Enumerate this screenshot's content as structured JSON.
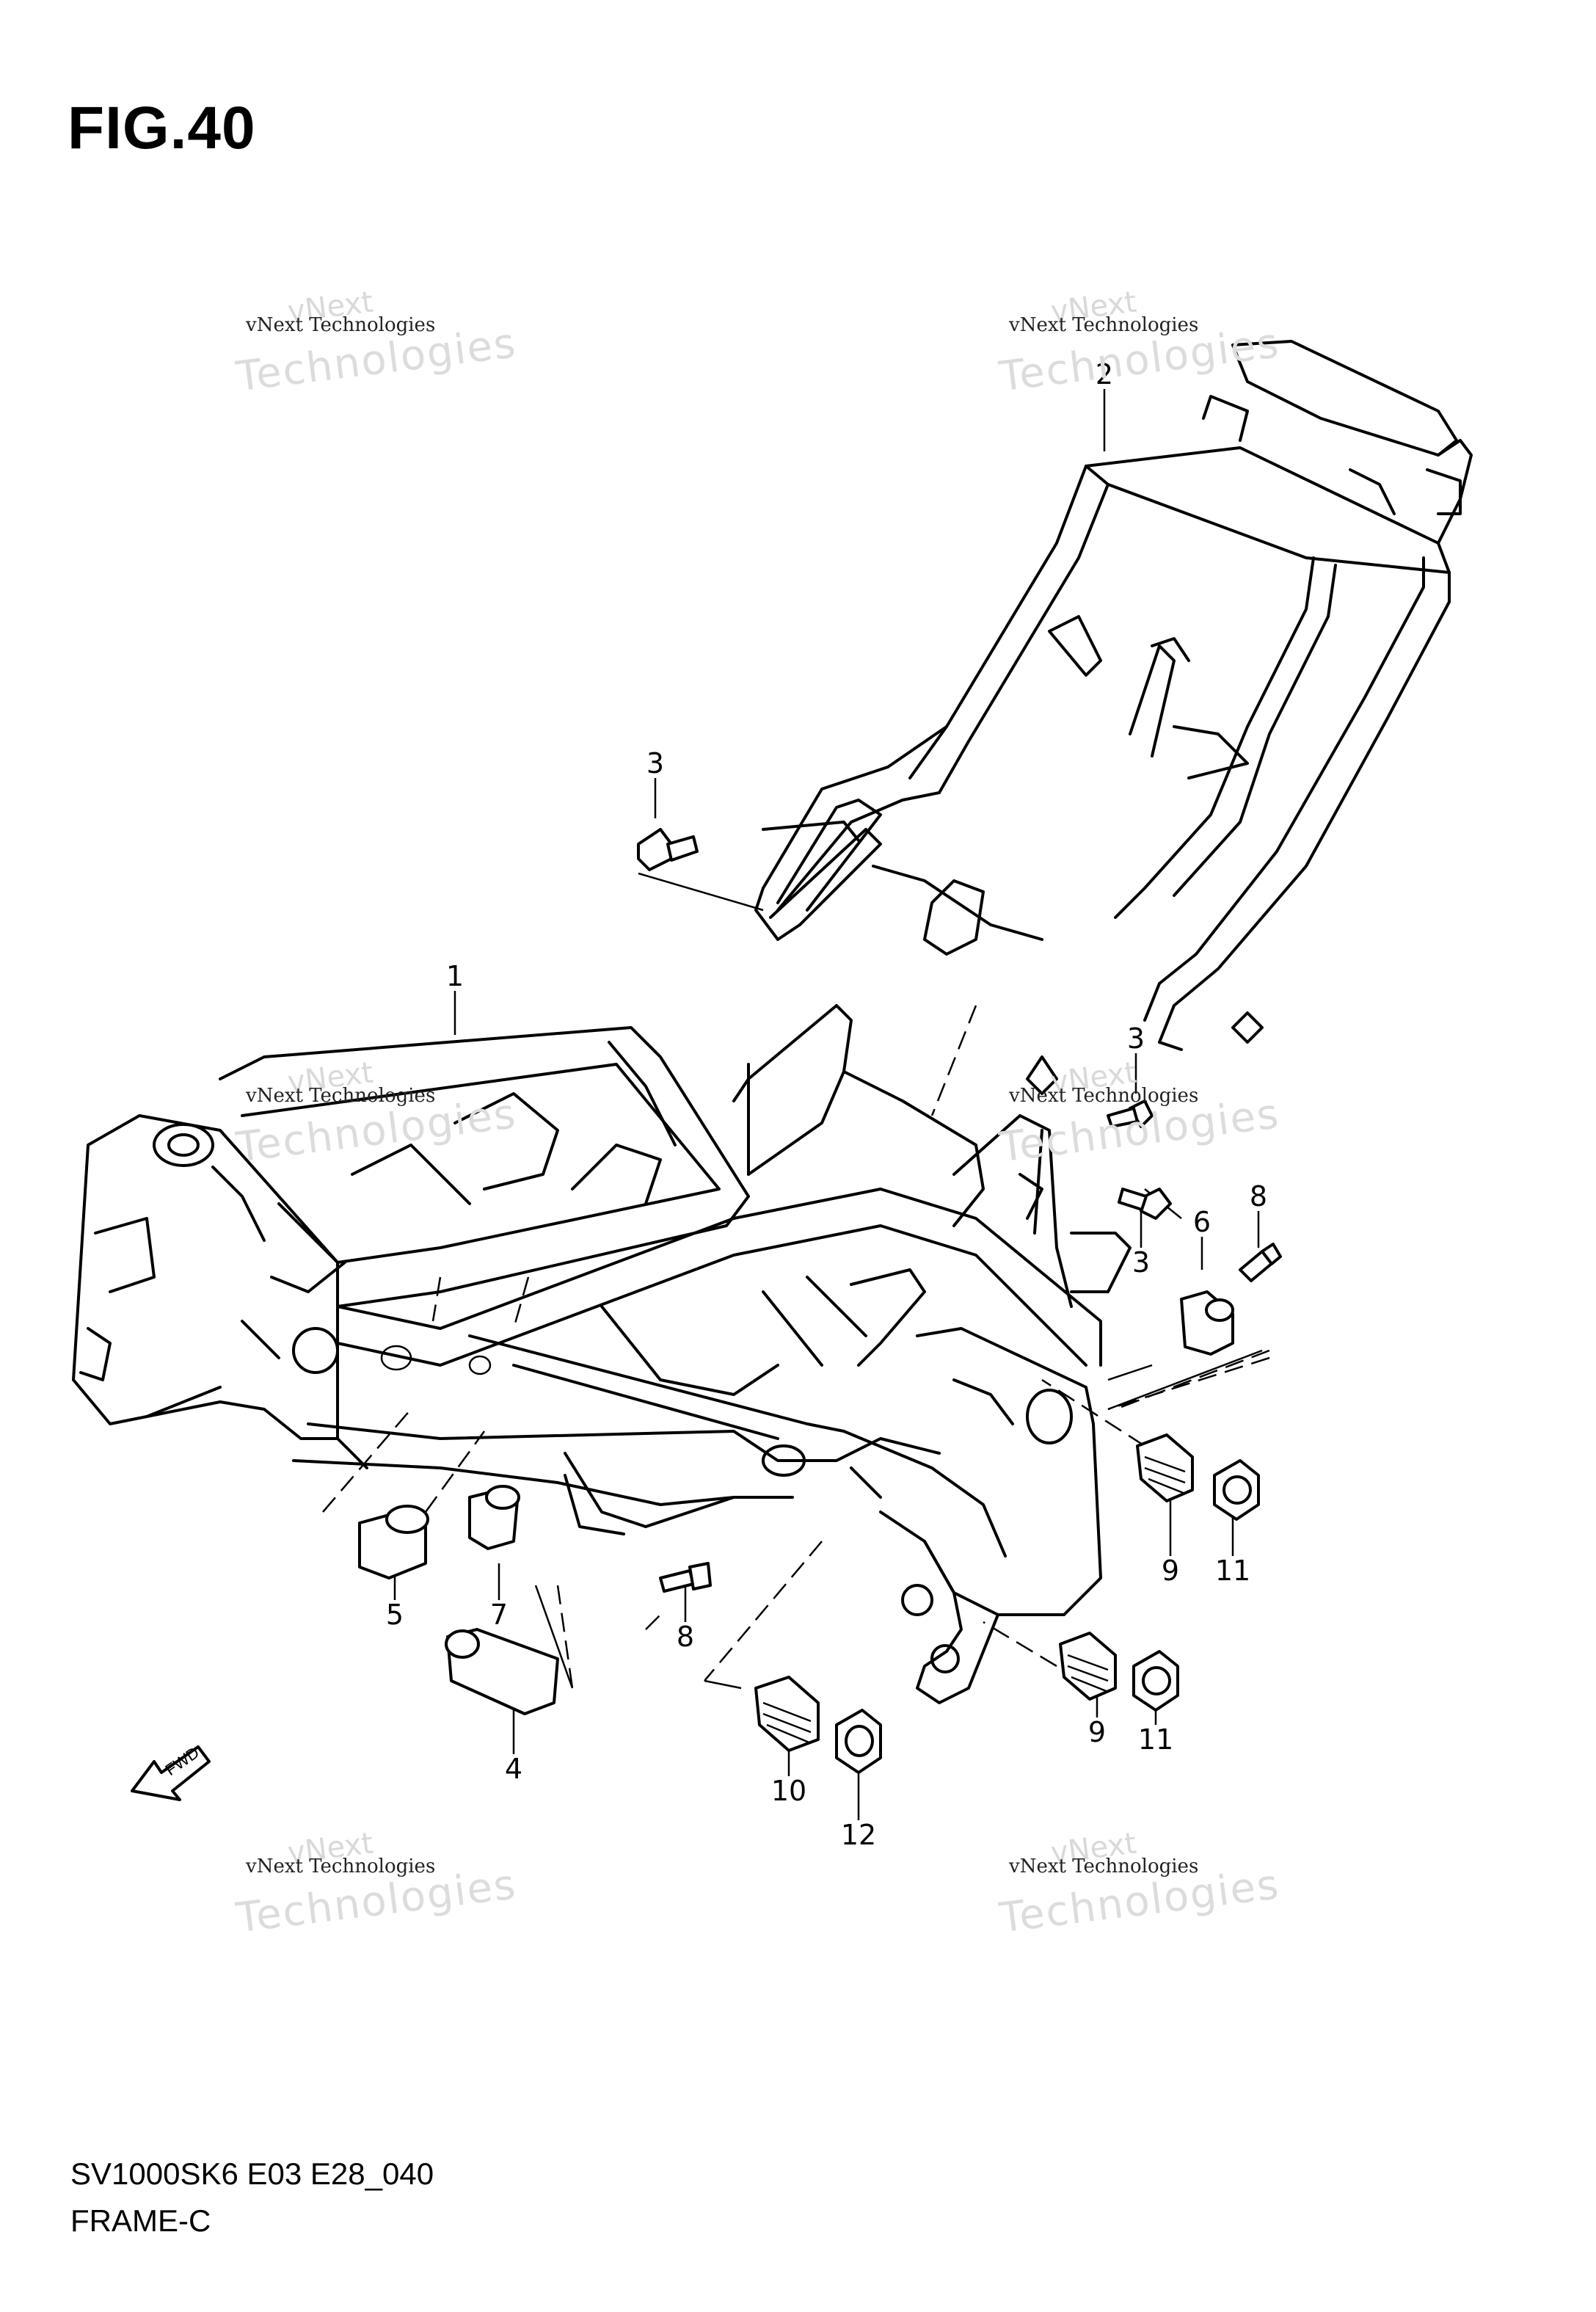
{
  "figure": {
    "title": "FIG.40"
  },
  "callouts": [
    {
      "id": "c1",
      "label": "1"
    },
    {
      "id": "c2",
      "label": "2"
    },
    {
      "id": "c3a",
      "label": "3"
    },
    {
      "id": "c3b",
      "label": "3"
    },
    {
      "id": "c3c",
      "label": "3"
    },
    {
      "id": "c4",
      "label": "4"
    },
    {
      "id": "c5",
      "label": "5"
    },
    {
      "id": "c6",
      "label": "6"
    },
    {
      "id": "c7",
      "label": "7"
    },
    {
      "id": "c8a",
      "label": "8"
    },
    {
      "id": "c8b",
      "label": "8"
    },
    {
      "id": "c9a",
      "label": "9"
    },
    {
      "id": "c9b",
      "label": "9"
    },
    {
      "id": "c10",
      "label": "10"
    },
    {
      "id": "c11a",
      "label": "11"
    },
    {
      "id": "c11b",
      "label": "11"
    },
    {
      "id": "c12",
      "label": "12"
    }
  ],
  "watermark": {
    "line1": "vNext",
    "line2": "vNext Technologies",
    "line3": "Technologies"
  },
  "fwd_arrow": {
    "label": "FWD"
  },
  "footer": {
    "code": "SV1000SK6 E03 E28_040",
    "name": "FRAME-C"
  }
}
